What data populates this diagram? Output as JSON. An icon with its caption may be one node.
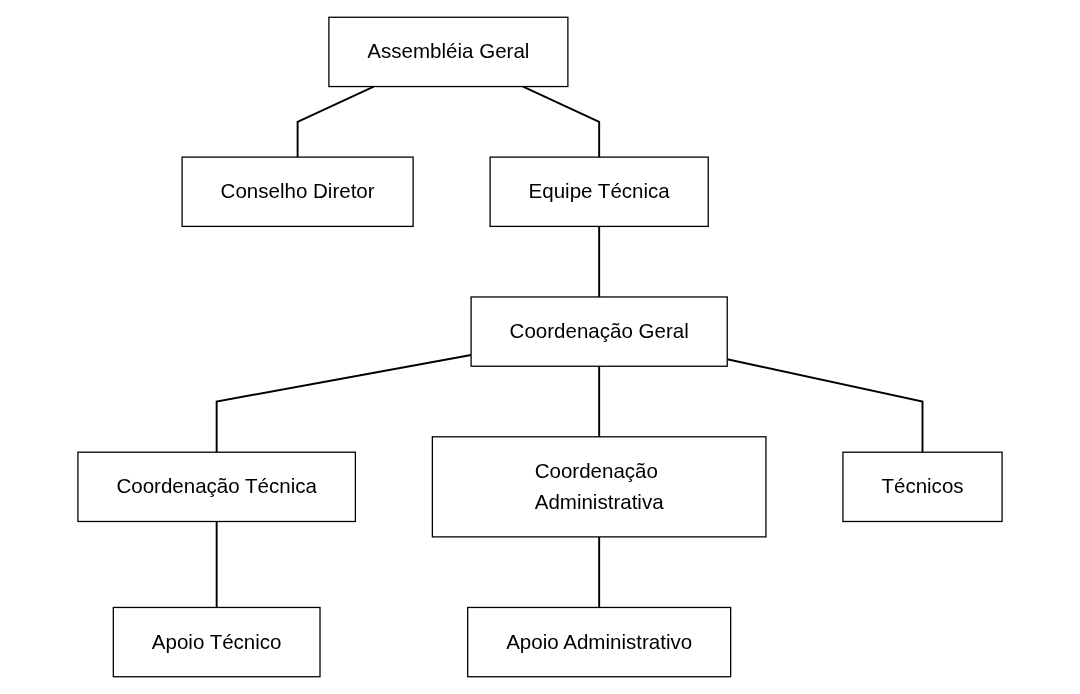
{
  "diagram": {
    "nodes": [
      {
        "text": [
          "Assembléia Geral"
        ]
      },
      {
        "text": [
          "Conselho Diretor"
        ]
      },
      {
        "text": [
          "Equipe Técnica"
        ]
      },
      {
        "text": [
          "Coordenação Geral"
        ]
      },
      {
        "text": [
          "Coordenação Técnica"
        ]
      },
      {
        "text": [
          "Coordenação Administrativa"
        ]
      },
      {
        "text": [
          "Apoio Técnico"
        ]
      },
      {
        "text": [
          "Técnicos"
        ]
      },
      {
        "text": [
          "Apoio Administrativo"
        ]
      }
    ],
    "edges": [
      {
        "from": 0,
        "to": 2,
        "arrow": "none"
      },
      {
        "from": 0,
        "to": 1,
        "arrow": "none"
      },
      {
        "from": 2,
        "to": 3,
        "arrow": "none"
      },
      {
        "from": 3,
        "to": 4,
        "arrow": "none"
      },
      {
        "from": 3,
        "to": 5,
        "arrow": "none"
      },
      {
        "from": 3,
        "to": 7,
        "arrow": "none"
      },
      {
        "from": 4,
        "to": 6,
        "arrow": "none"
      },
      {
        "from": 5,
        "to": 8,
        "arrow": "none"
      }
    ]
  }
}
